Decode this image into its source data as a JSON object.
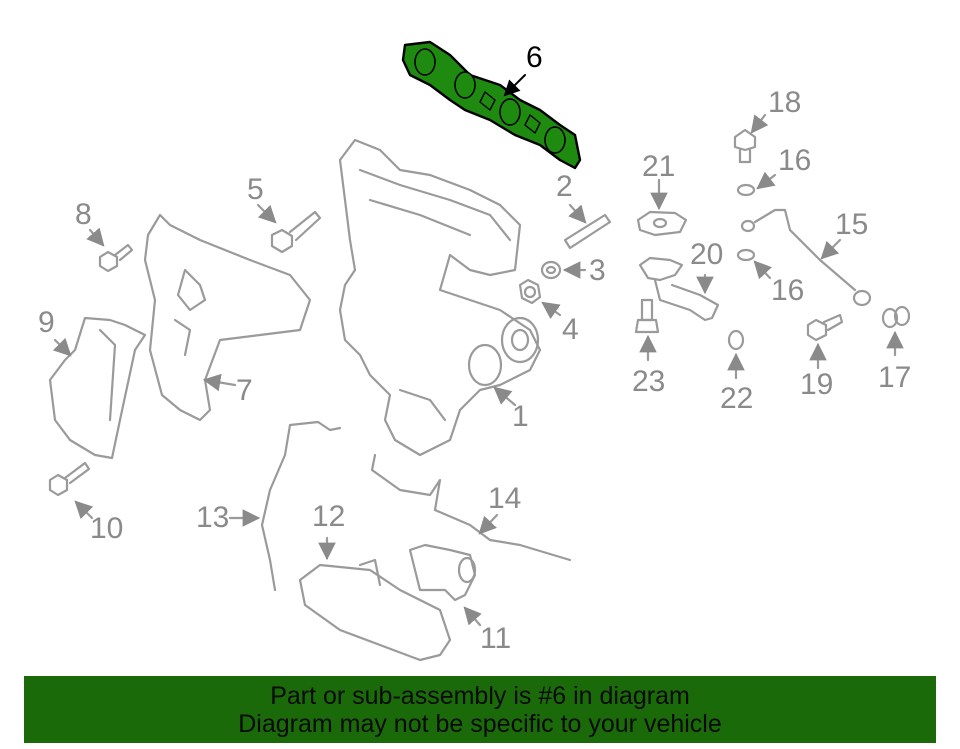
{
  "diagram": {
    "highlighted_part": "6",
    "colors": {
      "outline": "#9a9a9a",
      "highlight_fill": "#1e8a10",
      "highlight_stroke": "#000000",
      "banner_bg": "#1a6a0a",
      "callout_text": "#8a8a8a"
    },
    "callouts": [
      {
        "id": "1",
        "label": "1",
        "part": "turbocharger"
      },
      {
        "id": "2",
        "label": "2",
        "part": "stud"
      },
      {
        "id": "3",
        "label": "3",
        "part": "washer"
      },
      {
        "id": "4",
        "label": "4",
        "part": "nut"
      },
      {
        "id": "5",
        "label": "5",
        "part": "bolt"
      },
      {
        "id": "6",
        "label": "6",
        "part": "exhaust-manifold-gasket"
      },
      {
        "id": "7",
        "label": "7",
        "part": "heat-shield"
      },
      {
        "id": "8",
        "label": "8",
        "part": "bolt"
      },
      {
        "id": "9",
        "label": "9",
        "part": "heat-shield"
      },
      {
        "id": "10",
        "label": "10",
        "part": "bolt"
      },
      {
        "id": "11",
        "label": "11",
        "part": "actuator"
      },
      {
        "id": "12",
        "label": "12",
        "part": "bracket"
      },
      {
        "id": "13",
        "label": "13",
        "part": "hose"
      },
      {
        "id": "14",
        "label": "14",
        "part": "hose"
      },
      {
        "id": "15",
        "label": "15",
        "part": "oil-feed-line"
      },
      {
        "id": "16a",
        "label": "16",
        "part": "washer"
      },
      {
        "id": "16b",
        "label": "16",
        "part": "washer"
      },
      {
        "id": "17",
        "label": "17",
        "part": "seal"
      },
      {
        "id": "18",
        "label": "18",
        "part": "banjo-bolt"
      },
      {
        "id": "19",
        "label": "19",
        "part": "bolt"
      },
      {
        "id": "20",
        "label": "20",
        "part": "oil-return-line"
      },
      {
        "id": "21",
        "label": "21",
        "part": "gasket"
      },
      {
        "id": "22",
        "label": "22",
        "part": "seal"
      },
      {
        "id": "23",
        "label": "23",
        "part": "stud"
      }
    ]
  },
  "banner": {
    "line1": "Part or sub-assembly is #6 in diagram",
    "line2": "Diagram may not be specific to your vehicle"
  }
}
